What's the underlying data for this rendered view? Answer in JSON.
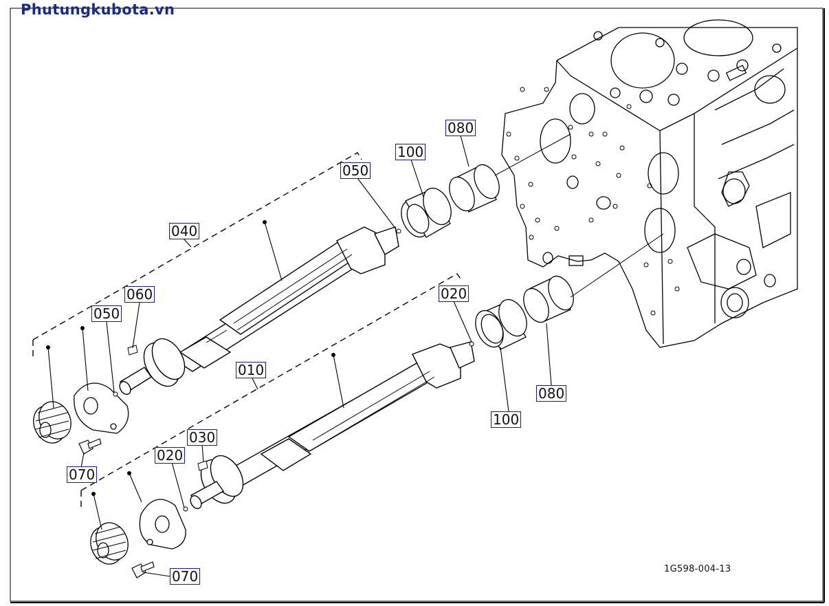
{
  "watermark": "Phutungkubota.vn",
  "diagram_code": "1G598-004-13",
  "callouts": [
    {
      "id": "c-040",
      "label": "040"
    },
    {
      "id": "c-050-top",
      "label": "050"
    },
    {
      "id": "c-100-top",
      "label": "100"
    },
    {
      "id": "c-080-top",
      "label": "080"
    },
    {
      "id": "c-060",
      "label": "060"
    },
    {
      "id": "c-050-left",
      "label": "050"
    },
    {
      "id": "c-010",
      "label": "010"
    },
    {
      "id": "c-020-right",
      "label": "020"
    },
    {
      "id": "c-080-bottom",
      "label": "080"
    },
    {
      "id": "c-100-bottom",
      "label": "100"
    },
    {
      "id": "c-070-top",
      "label": "070"
    },
    {
      "id": "c-030",
      "label": "030"
    },
    {
      "id": "c-020-left",
      "label": "020"
    },
    {
      "id": "c-070-bottom",
      "label": "070"
    }
  ]
}
